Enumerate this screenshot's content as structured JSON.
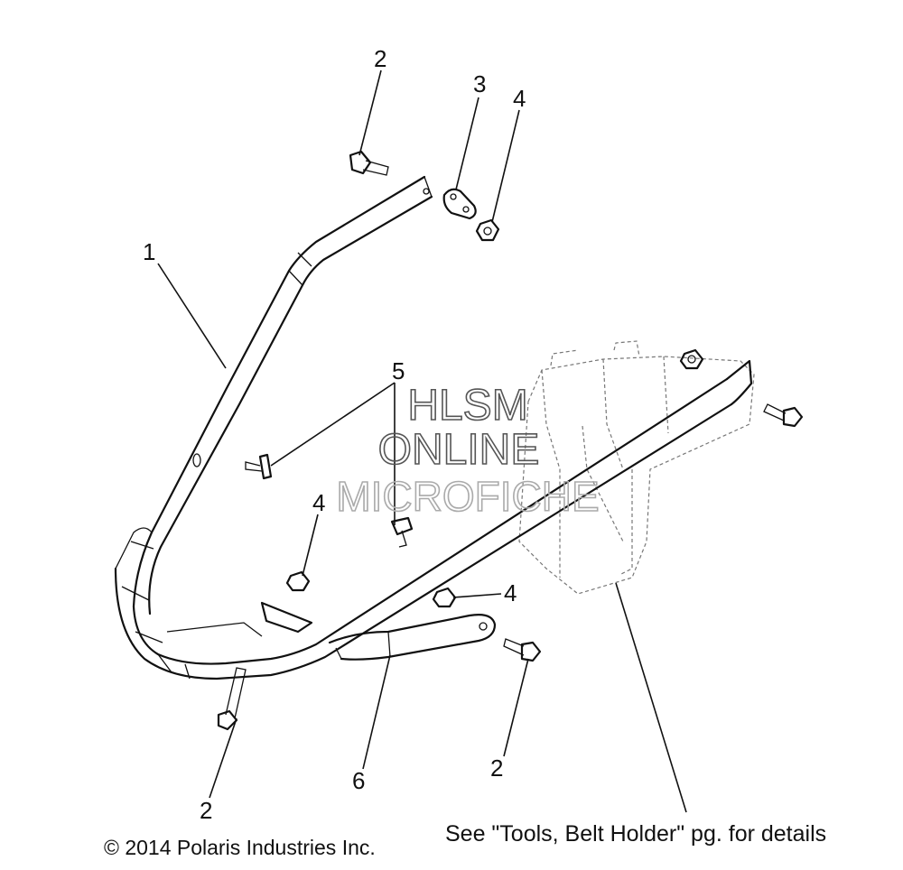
{
  "callouts": {
    "c1": "1",
    "c2_top": "2",
    "c3": "3",
    "c4_top": "4",
    "c5": "5",
    "c4_left": "4",
    "c4_mid": "4",
    "c6": "6",
    "c2_bottom_right": "2",
    "c2_bottom_left": "2"
  },
  "watermark": {
    "line1": "HLSM",
    "line2": "ONLINE",
    "line3": "MICROFICHE"
  },
  "footer": {
    "copyright": "© 2014 Polaris Industries Inc.",
    "note": "See \"Tools, Belt Holder\" pg. for details"
  }
}
